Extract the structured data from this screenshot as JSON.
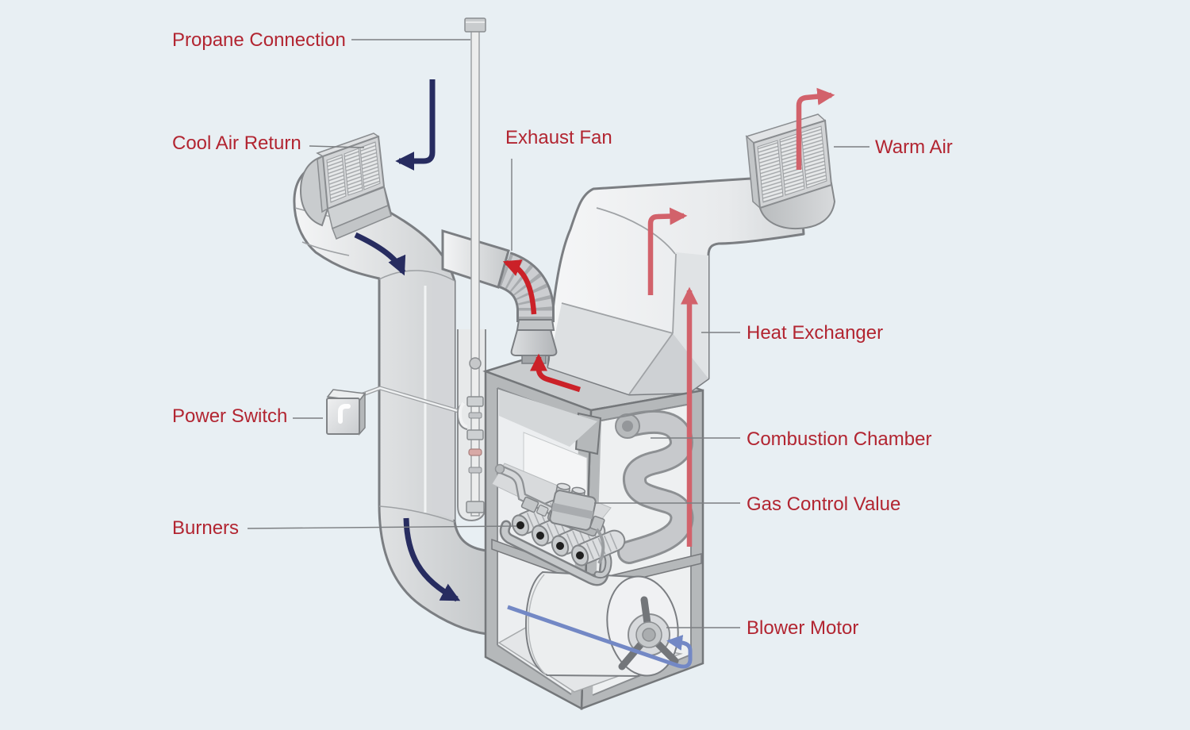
{
  "diagram": {
    "name": "propane-furnace-parts-diagram",
    "background_color": "#e8eff3",
    "label_color": "#b22531"
  },
  "labels": {
    "propane_connection": "Propane Connection",
    "cool_air_return": "Cool Air Return",
    "exhaust_fan": "Exhaust Fan",
    "warm_air": "Warm Air",
    "heat_exchanger": "Heat Exchanger",
    "power_switch": "Power Switch",
    "combustion_chamber": "Combustion Chamber",
    "gas_control_valve": "Gas Control Value",
    "burners": "Burners",
    "blower_motor": "Blower Motor"
  },
  "flow_colors": {
    "cool_air": "#272c60",
    "exhaust": "#cb2128",
    "warm_air": "#d2626b",
    "blower_air": "#7388c5"
  }
}
